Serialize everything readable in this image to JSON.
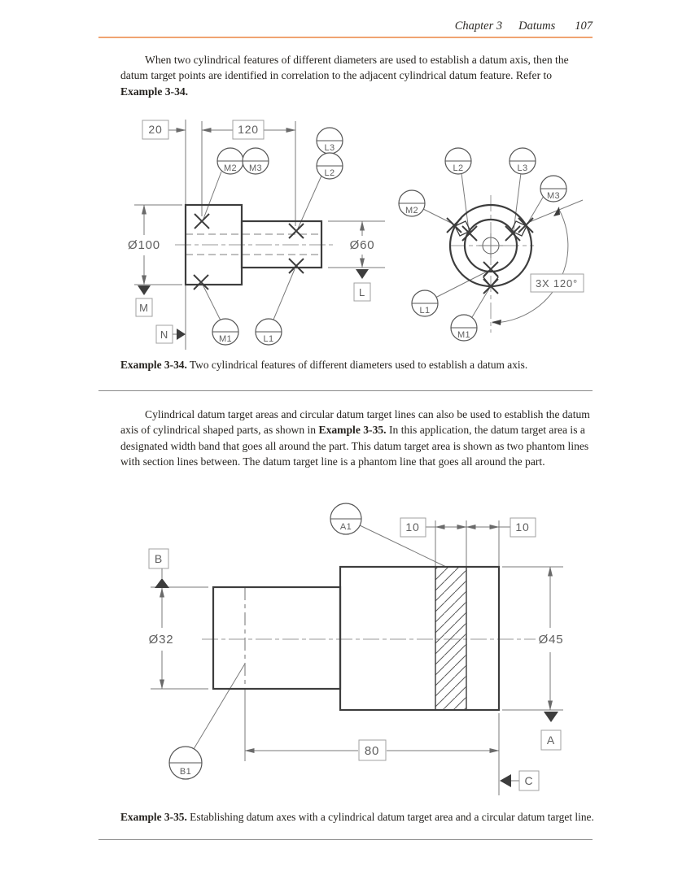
{
  "header": {
    "chapter": "Chapter 3",
    "section": "Datums",
    "page_number": "107"
  },
  "paragraphs": {
    "p1_pre": "When two cylindrical features of different diameters are used to establish a datum axis, then the datum target points are identified in correlation to the adjacent cylindrical datum feature. Refer to ",
    "p1_bold": "Example 3-34.",
    "p2_pre": "Cylindrical datum target areas and circular datum target lines can also be used to establish the datum axis of cylindrical shaped parts, as shown in ",
    "p2_bold": "Example 3-35.",
    "p2_post": " In this application, the datum target area is a designated width band that goes all around the part. This datum target area is shown as two phantom lines with section lines between. The datum target line is a phantom line that goes all around the part."
  },
  "captions": {
    "c34_bold": "Example 3-34.",
    "c34_text": " Two cylindrical features of different diameters used to establish a datum axis.",
    "c35_bold": "Example 3-35.",
    "c35_text": " Establishing datum axes with a cylindrical datum target area and a circular datum target line."
  },
  "fig34": {
    "dim_20": "20",
    "dim_120": "120",
    "dia_large": "Ø100",
    "dia_small": "Ø60",
    "angle_note": "3X 120°",
    "datum_m": "M",
    "datum_n": "N",
    "datum_l": "L",
    "target_m1": "M1",
    "target_m2": "M2",
    "target_m3": "M3",
    "target_l1": "L1",
    "target_l2": "L2",
    "target_l3": "L3"
  },
  "fig35": {
    "dim_width": "10",
    "dim_offset": "10",
    "dim_length": "80",
    "dia_small": "Ø32",
    "dia_large": "Ø45",
    "datum_a": "A",
    "datum_b": "B",
    "datum_c": "C",
    "target_a1": "A1",
    "target_b1": "B1"
  },
  "colors": {
    "header_rule": "#f0a472",
    "caption_rule": "#8a8a8a",
    "outline": "#3d3d3d",
    "dim_line": "#7a7a7a",
    "cad_text": "#5f5f5f",
    "body_text": "#26231f"
  }
}
